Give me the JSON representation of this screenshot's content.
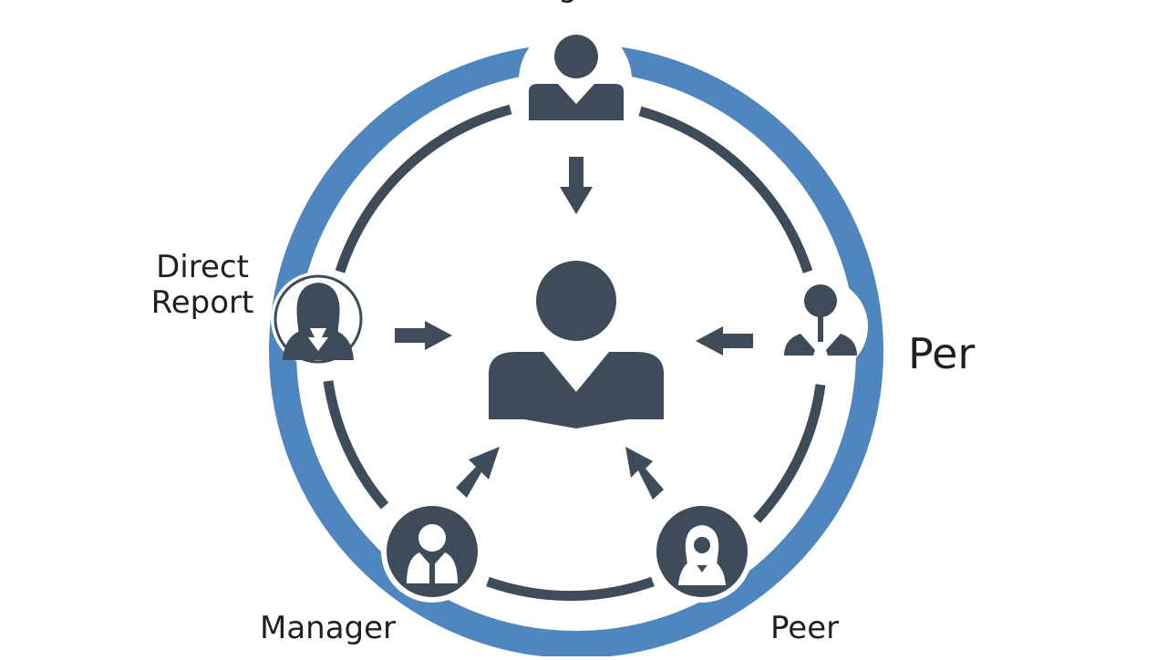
{
  "diagram": {
    "labels": {
      "top": "g",
      "direct_report_line1": "Direct",
      "direct_report_line2": "Report",
      "right": "Per",
      "manager": "Manager",
      "peer": "Peer"
    },
    "colors": {
      "ring_blue": "#4f86bf",
      "icon_dark": "#3e4b59",
      "background": "#ffffff"
    },
    "icons": {
      "center": "person-icon",
      "top": "businessman-icon",
      "left": "woman-icon",
      "right": "person-icon",
      "bottom_left": "man-icon",
      "bottom_right": "woman-icon"
    }
  }
}
